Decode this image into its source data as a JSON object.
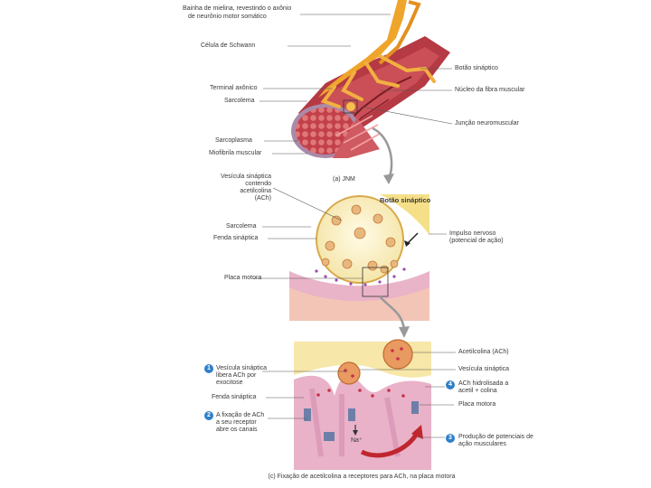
{
  "labels_top": {
    "bainha": "Bainha de mielina, revestindo o axônio",
    "bainha2": "de neurônio motor somático",
    "schwann": "Célula de Schwann",
    "terminal": "Terminal axônico",
    "sarcolema": "Sarcolema",
    "sarcoplasma": "Sarcoplasma",
    "miofibrila": "Miofibrila muscular",
    "botao": "Botão sináptico",
    "nucleo": "Núcleo da fibra muscular",
    "juncao": "Junção neuromuscular",
    "caption_a": "(a) JNM"
  },
  "labels_mid": {
    "vesicula1": "Vesícula sináptica",
    "vesicula2": "contendo",
    "vesicula3": "acetilcolina",
    "vesicula4": "(ACh)",
    "sarcolema": "Sarcolema",
    "fenda": "Fenda sináptica",
    "placa": "Placa motora",
    "botao": "Botão sináptico",
    "impulso1": "Impulso nervoso",
    "impulso2": "(potencial de ação)"
  },
  "labels_bottom": {
    "acetilcolina": "Acetilcolina (ACh)",
    "vesicula": "Vesícula sináptica",
    "step4a": "ACh hidrolisada a",
    "step4b": "acetil + colina",
    "placa": "Placa motora",
    "step3a": "Produção de potenciais de",
    "step3b": "ação musculares",
    "step1a": "Vesícula sináptica",
    "step1b": "libera ACh por",
    "step1c": "exocitose",
    "fenda": "Fenda sináptica",
    "step2a": "A fixação de ACh",
    "step2b": "a seu receptor",
    "step2c": "abre os canais",
    "na": "Na⁺",
    "caption_c": "(c) Fixação de acetilcolina a receptores para ACh, na placa motora",
    "n1": "1",
    "n2": "2",
    "n3": "3",
    "n4": "4"
  },
  "colors": {
    "nerve": "#f0a830",
    "muscle": "#b8323a",
    "muscle_light": "#e27a7a",
    "membrane": "#e9b3c8",
    "bouton": "#fbf1c6",
    "step_badge": "#2f7fc9"
  }
}
